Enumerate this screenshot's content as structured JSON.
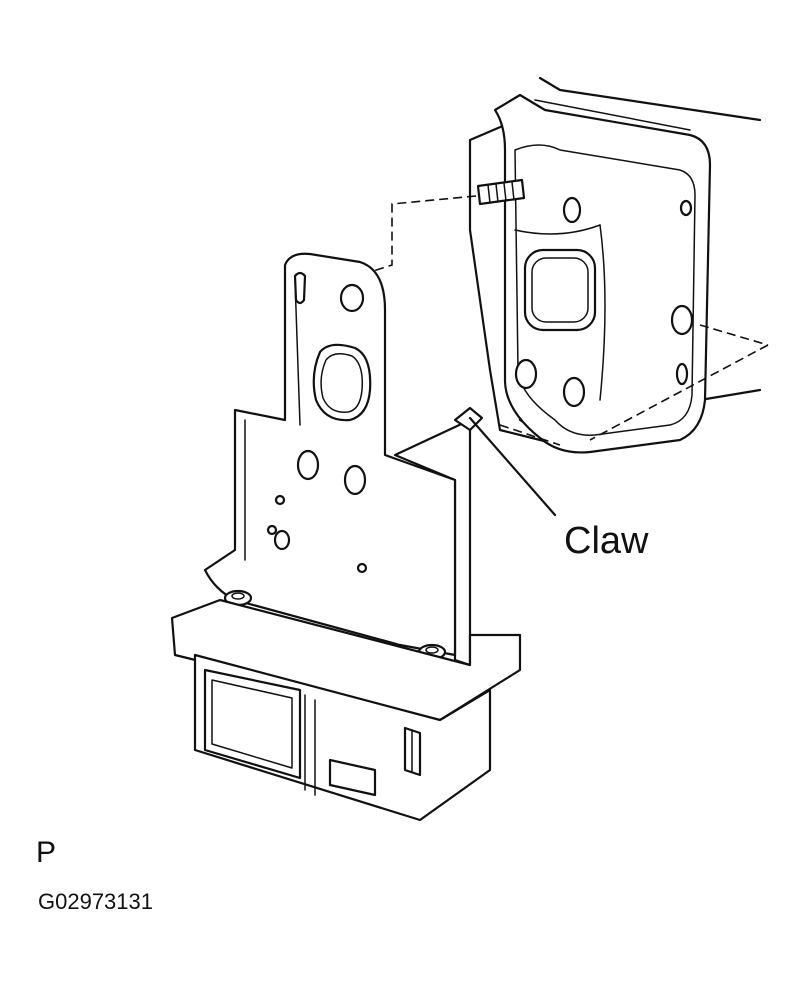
{
  "labels": {
    "claw": "Claw",
    "view_code": "P",
    "figure_id": "G02973131"
  }
}
